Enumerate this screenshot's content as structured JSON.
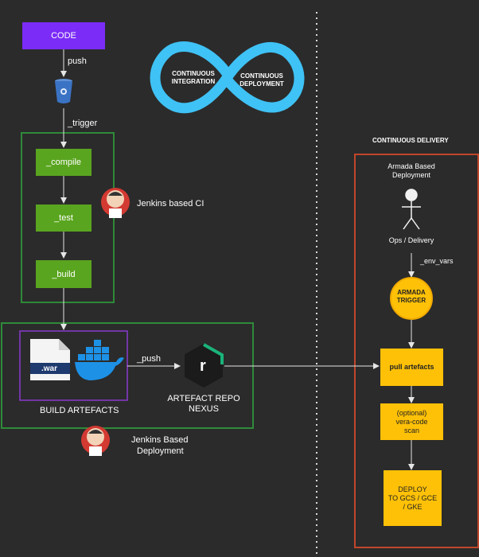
{
  "code_label": "CODE",
  "push_label": "push",
  "trigger_label": "_trigger",
  "ci_steps": [
    "_compile",
    "_test",
    "_build"
  ],
  "ci_caption": "Jenkins based CI",
  "logo": {
    "left": "CONTINUOUS INTEGRATION",
    "right": "CONTINUOUS DEPLOYMENT",
    "color": "#3fc2f5"
  },
  "artefacts": {
    "war_label": ".war",
    "caption": "BUILD ARTEFACTS",
    "push_label": "_push"
  },
  "repo": {
    "caption_line1": "ARTEFACT REPO",
    "caption_line2": "NEXUS",
    "letter": "r"
  },
  "deploy_caption_line1": "Jenkins Based",
  "deploy_caption_line2": "Deployment",
  "cd": {
    "title": "CONTINUOUS DELIVERY",
    "armada_line1": "Armada Based",
    "armada_line2": "Deployment",
    "actor_label": "Ops / Delivery",
    "env_vars_label": "_env_vars",
    "trigger_line1": "ARMADA",
    "trigger_line2": "TRIGGER",
    "pull_label": "pull artefacts",
    "scan_line1": "(optional)",
    "scan_line2": "vera-code",
    "scan_line3": "scan",
    "deploy_line1": "DEPLOY",
    "deploy_line2": "TO GCS / GCE",
    "deploy_line3": "/ GKE"
  },
  "colors": {
    "purple": "#7b2cf6",
    "green": "#5aa51f",
    "orange": "#ffc107",
    "cd_border": "#c0462a",
    "ci_border": "#2f8a3a"
  }
}
